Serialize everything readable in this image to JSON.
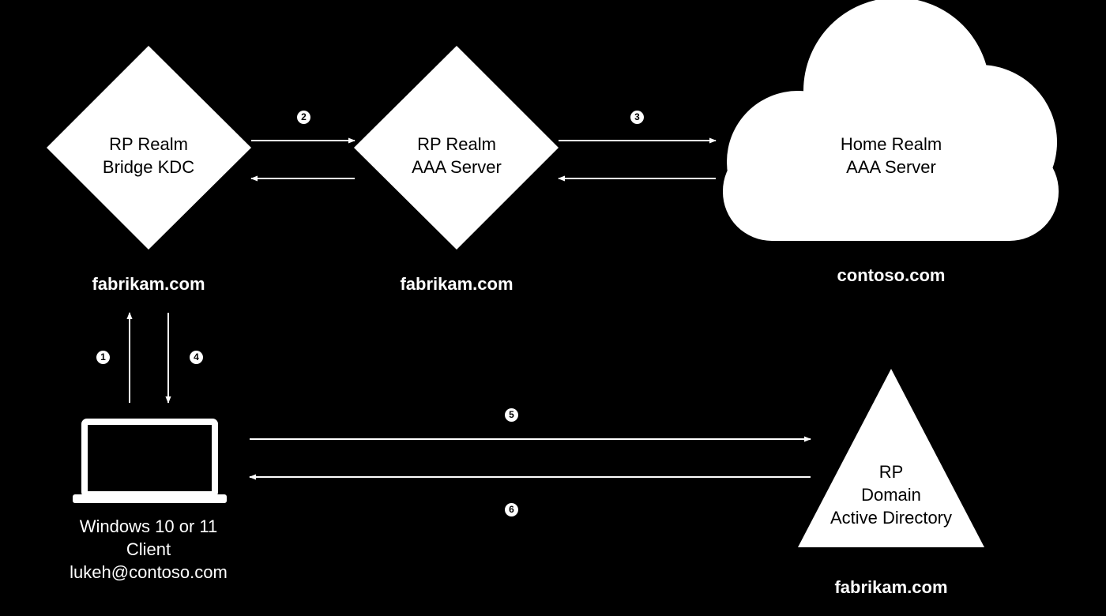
{
  "nodes": {
    "bridge_kdc": {
      "line1": "RP Realm",
      "line2": "Bridge KDC",
      "domain": "fabrikam.com"
    },
    "rp_aaa": {
      "line1": "RP Realm",
      "line2": "AAA Server",
      "domain": "fabrikam.com"
    },
    "home_aaa": {
      "line1": "Home Realm",
      "line2": "AAA Server",
      "domain": "contoso.com"
    },
    "client": {
      "line1": "Windows 10 or 11",
      "line2": "Client",
      "line3": "lukeh@contoso.com"
    },
    "active_directory": {
      "line1": "RP",
      "line2": "Domain",
      "line3": "Active Directory",
      "domain": "fabrikam.com"
    }
  },
  "steps": [
    "1",
    "2",
    "3",
    "4",
    "5",
    "6"
  ],
  "colors": {
    "background": "#000000",
    "foreground": "#ffffff"
  }
}
